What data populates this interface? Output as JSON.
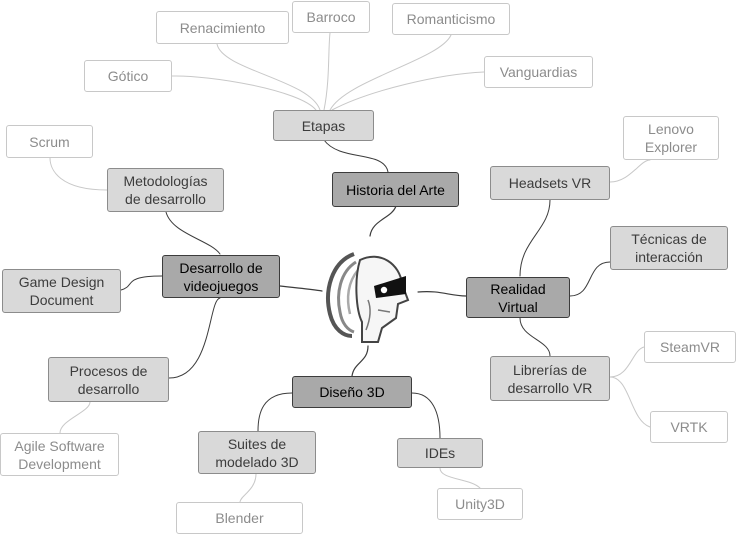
{
  "colors": {
    "primary_fill": "#a9a9a9",
    "primary_border": "#3c3c3c",
    "secondary_fill": "#d9d9d9",
    "secondary_border": "#8c8c8c",
    "leaf_border": "#c8c8c8",
    "leaf_text": "#8c8c8c"
  },
  "center_icon": "knight-helmet-icon",
  "branches": {
    "historia": {
      "label": "Historia del Arte",
      "etapas": {
        "label": "Etapas",
        "renacimiento": "Renacimiento",
        "barroco": "Barroco",
        "romanticismo": "Romanticismo",
        "gotico": "Gótico",
        "vanguardias": "Vanguardias"
      }
    },
    "realidad": {
      "label_line1": "Realidad",
      "label_line2": "Virtual",
      "headsets": {
        "label": "Headsets VR",
        "lenovo_line1": "Lenovo",
        "lenovo_line2": "Explorer"
      },
      "tecnicas": {
        "line1": "Técnicas de",
        "line2": "interacción"
      },
      "librerias": {
        "line1": "Librerías de",
        "line2": "desarrollo VR",
        "steamvr": "SteamVR",
        "vrtk": "VRTK"
      }
    },
    "diseno": {
      "label": "Diseño 3D",
      "suites": {
        "line1": "Suites de",
        "line2": "modelado 3D",
        "blender": "Blender"
      },
      "ides": {
        "label": "IDEs",
        "unity": "Unity3D"
      }
    },
    "desarrollo": {
      "label_line1": "Desarrollo de",
      "label_line2": "videojuegos",
      "metodologias": {
        "line1": "Metodologías",
        "line2": "de desarrollo",
        "scrum": "Scrum"
      },
      "gdd": {
        "line1": "Game Design",
        "line2": "Document"
      },
      "procesos": {
        "line1": "Procesos de",
        "line2": "desarrollo",
        "agile_line1": "Agile Software",
        "agile_line2": "Development"
      }
    }
  }
}
